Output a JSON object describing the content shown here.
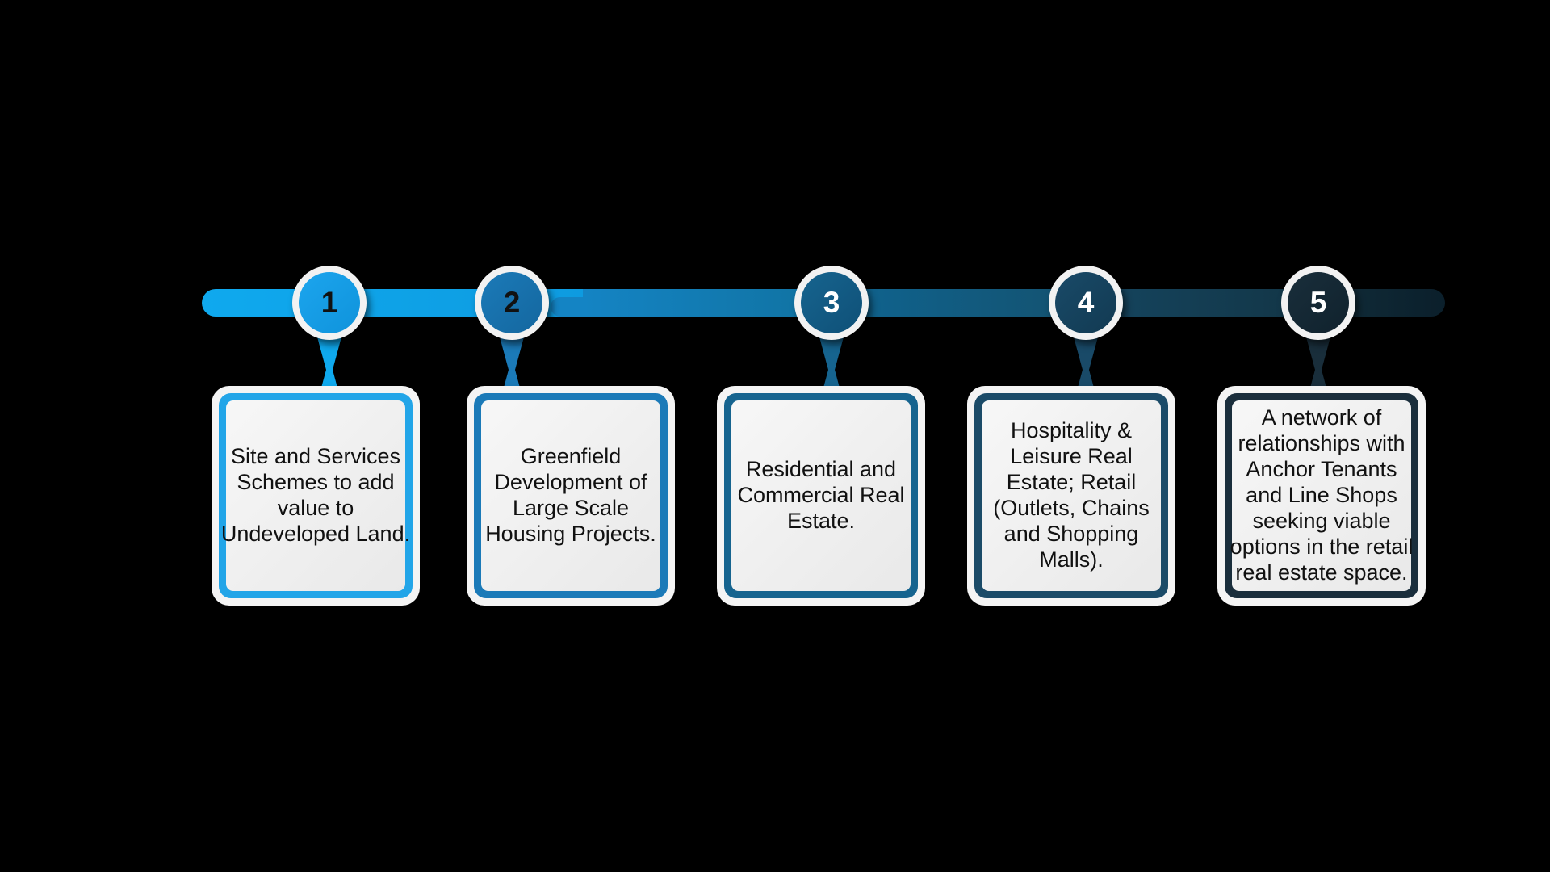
{
  "diagram": {
    "title": "Five step real estate capability timeline",
    "background_color": "#000000",
    "bar": {
      "left_cap_color": "#00ADEF",
      "right_cap_color": "#0B1F2B"
    },
    "steps": [
      {
        "number": "1",
        "circle_fill": "#1CA5EE",
        "circle_fill_dark": "#0F93DB",
        "number_color": "#111111",
        "ring_color": "#f2f2f2",
        "segment_color": "#0FA9EE",
        "segment_color_end": "#0E9BE0",
        "notch_color": "#1484C4",
        "card_border": "#22A5E8",
        "connector_color": "#0FA9EE",
        "text": "Site and Services Schemes to add value to Undeveloped Land."
      },
      {
        "number": "2",
        "circle_fill": "#1B7AB8",
        "circle_fill_dark": "#14679F",
        "number_color": "#111111",
        "ring_color": "#f2f2f2",
        "segment_color": "#1484C4",
        "segment_color_end": "#10719F",
        "notch_color": "#0F6490",
        "card_border": "#1B7AB8",
        "connector_color": "#1B7AB8",
        "text": "Greenfield Development of Large Scale Housing Projects."
      },
      {
        "number": "3",
        "circle_fill": "#16648F",
        "circle_fill_dark": "#0F5077",
        "number_color": "#FFFFFF",
        "ring_color": "#f2f2f2",
        "segment_color": "#0F6490",
        "segment_color_end": "#14516E",
        "notch_color": "#15455F",
        "card_border": "#16648F",
        "connector_color": "#16648F",
        "text": "Residential and Commercial Real Estate."
      },
      {
        "number": "4",
        "circle_fill": "#194A68",
        "circle_fill_dark": "#123A52",
        "number_color": "#FFFFFF",
        "ring_color": "#f2f2f2",
        "segment_color": "#15455F",
        "segment_color_end": "#123444",
        "notch_color": "#102C39",
        "card_border": "#1B4B68",
        "connector_color": "#194A68",
        "text": "Hospitality & Leisure Real Estate; Retail (Outlets, Chains and Shopping Malls)."
      },
      {
        "number": "5",
        "circle_fill": "#192E3B",
        "circle_fill_dark": "#10222D",
        "number_color": "#FFFFFF",
        "ring_color": "#f2f2f2",
        "segment_color": "#102C39",
        "segment_color_end": "#0B1F2B",
        "notch_color": "#0B1F2B",
        "card_border": "#1A2E3C",
        "connector_color": "#192E3B",
        "text": "A network of relationships with Anchor Tenants and Line Shops seeking viable options in the retail real estate space."
      }
    ]
  }
}
